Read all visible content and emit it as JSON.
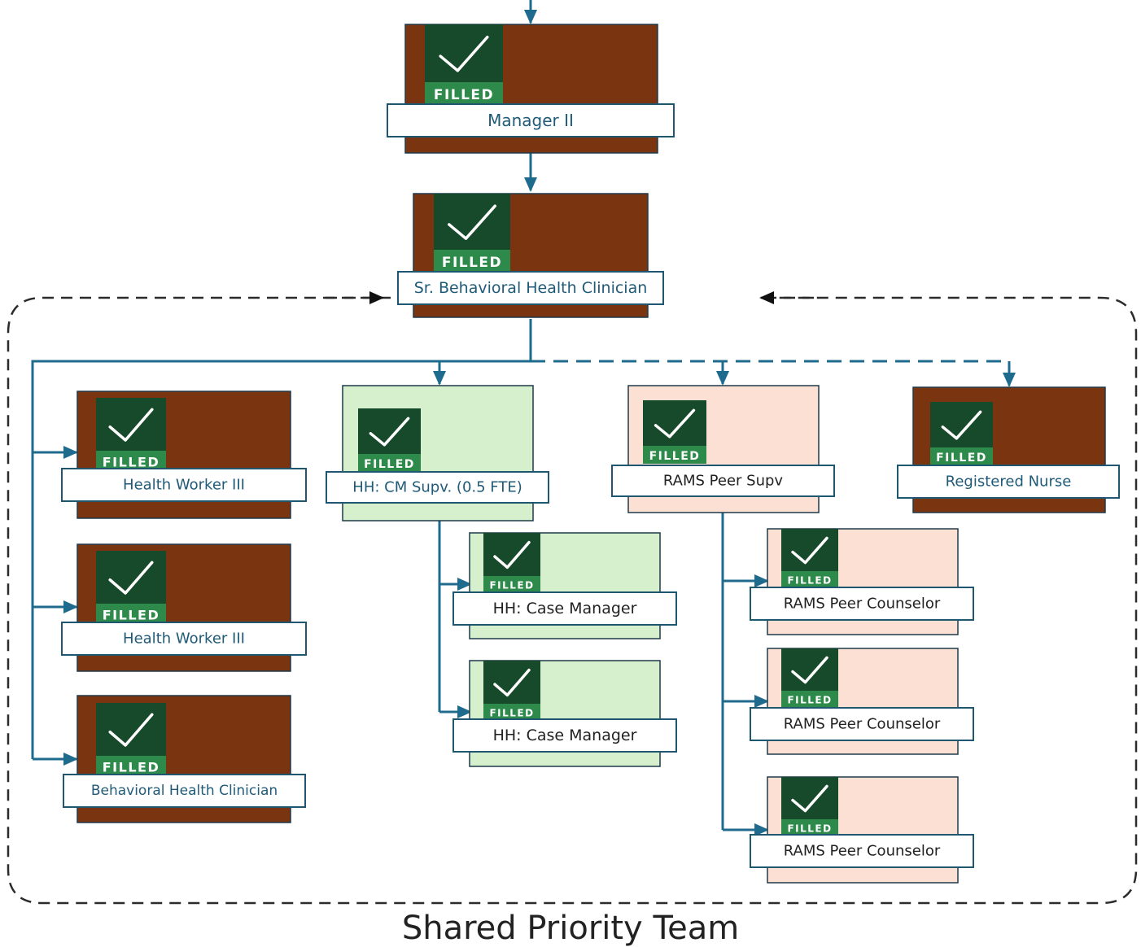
{
  "team_label": "Shared Priority Team",
  "colors": {
    "connector": "#1f6b8e",
    "filled_badge_dark": "#174a2a",
    "filled_badge_light": "#2e8a4a",
    "card_brown": "#7a3510",
    "card_green": "#d6f0cd",
    "card_pink": "#fbe0d3",
    "label_blue": "#1f5a78",
    "label_dark": "#222222"
  },
  "positions": [
    {
      "id": "manager",
      "title": "Manager II",
      "status": "FILLED",
      "fill": "brown"
    },
    {
      "id": "sr-bhc",
      "title": "Sr. Behavioral Health Clinician",
      "status": "FILLED",
      "fill": "brown"
    },
    {
      "id": "hw3-a",
      "title": "Health Worker III",
      "status": "FILLED",
      "fill": "brown"
    },
    {
      "id": "hw3-b",
      "title": "Health Worker III",
      "status": "FILLED",
      "fill": "brown"
    },
    {
      "id": "bhc",
      "title": "Behavioral Health Clinician",
      "status": "FILLED",
      "fill": "brown"
    },
    {
      "id": "hh-cm-supv",
      "title": "HH: CM Supv. (0.5 FTE)",
      "status": "FILLED",
      "fill": "green"
    },
    {
      "id": "hh-cm-1",
      "title": "HH: Case Manager",
      "status": "FILLED",
      "fill": "green"
    },
    {
      "id": "hh-cm-2",
      "title": "HH: Case Manager",
      "status": "FILLED",
      "fill": "green"
    },
    {
      "id": "rams-supv",
      "title": "RAMS Peer Supv",
      "status": "FILLED",
      "fill": "pink"
    },
    {
      "id": "rams-pc-1",
      "title": "RAMS Peer Counselor",
      "status": "FILLED",
      "fill": "pink"
    },
    {
      "id": "rams-pc-2",
      "title": "RAMS Peer Counselor",
      "status": "FILLED",
      "fill": "pink"
    },
    {
      "id": "rams-pc-3",
      "title": "RAMS Peer Counselor",
      "status": "FILLED",
      "fill": "pink"
    },
    {
      "id": "rn",
      "title": "Registered Nurse",
      "status": "FILLED",
      "fill": "brown"
    }
  ]
}
